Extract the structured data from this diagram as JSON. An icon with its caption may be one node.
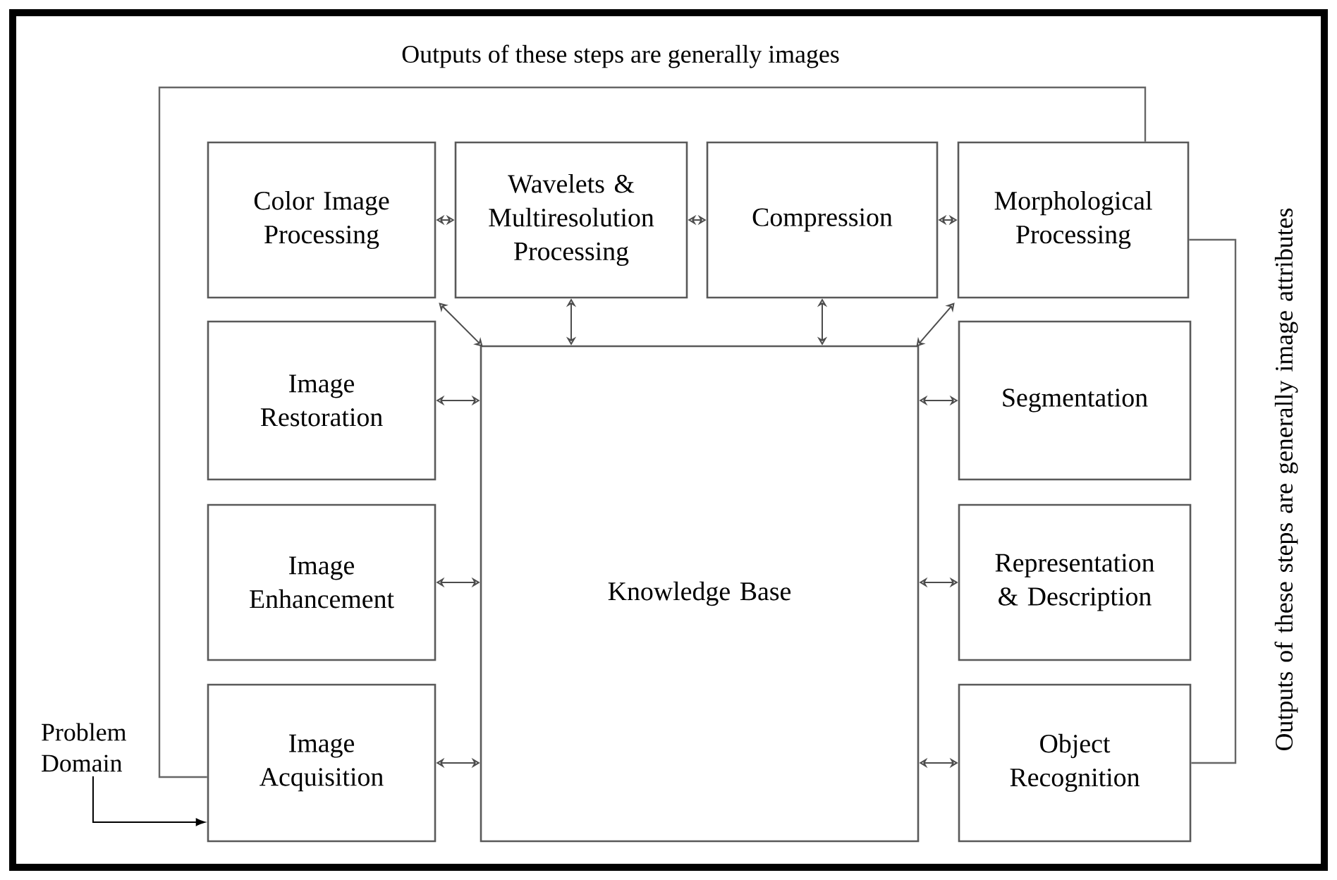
{
  "diagram": {
    "nodes": [
      {
        "text": [
          "Color Image Processing"
        ]
      },
      {
        "text": [
          "Wavelets & Multiresolution Processing"
        ]
      },
      {
        "text": [
          "Compression"
        ]
      },
      {
        "text": [
          "Morphological Processing"
        ]
      },
      {
        "text": [
          "Image Restoration"
        ]
      },
      {
        "text": [
          "Segmentation"
        ]
      },
      {
        "text": [
          "Image Enhancement"
        ]
      },
      {
        "text": [
          "Representation & Description"
        ]
      },
      {
        "text": [
          "Image Acquisition"
        ]
      },
      {
        "text": [
          "Knowledge Base"
        ]
      },
      {
        "text": [
          "Object Recognition"
        ]
      },
      {
        "text": [
          "Problem Domain"
        ]
      }
    ],
    "edges": [
      {
        "from": 0,
        "to": 1,
        "arrow": "both"
      },
      {
        "from": 1,
        "to": 2,
        "arrow": "both"
      },
      {
        "from": 2,
        "to": 3,
        "arrow": "both"
      },
      {
        "from": 0,
        "to": 9,
        "arrow": "both"
      },
      {
        "from": 1,
        "to": 9,
        "arrow": "both"
      },
      {
        "from": 2,
        "to": 9,
        "arrow": "both"
      },
      {
        "from": 3,
        "to": 9,
        "arrow": "both"
      },
      {
        "from": 4,
        "to": 9,
        "arrow": "both"
      },
      {
        "from": 6,
        "to": 9,
        "arrow": "both"
      },
      {
        "from": 8,
        "to": 9,
        "arrow": "both"
      },
      {
        "from": 5,
        "to": 9,
        "arrow": "both"
      },
      {
        "from": 7,
        "to": 9,
        "arrow": "both"
      },
      {
        "from": 10,
        "to": 9,
        "arrow": "both"
      },
      {
        "from": 11,
        "to": 8,
        "arrow": "to"
      },
      {
        "from": 3,
        "to": 8,
        "arrow": "none",
        "label": "Outputs of these steps are generally images"
      },
      {
        "from": 10,
        "to": 3,
        "arrow": "none",
        "label": "Outputs of these steps are generally image attributes"
      }
    ]
  }
}
